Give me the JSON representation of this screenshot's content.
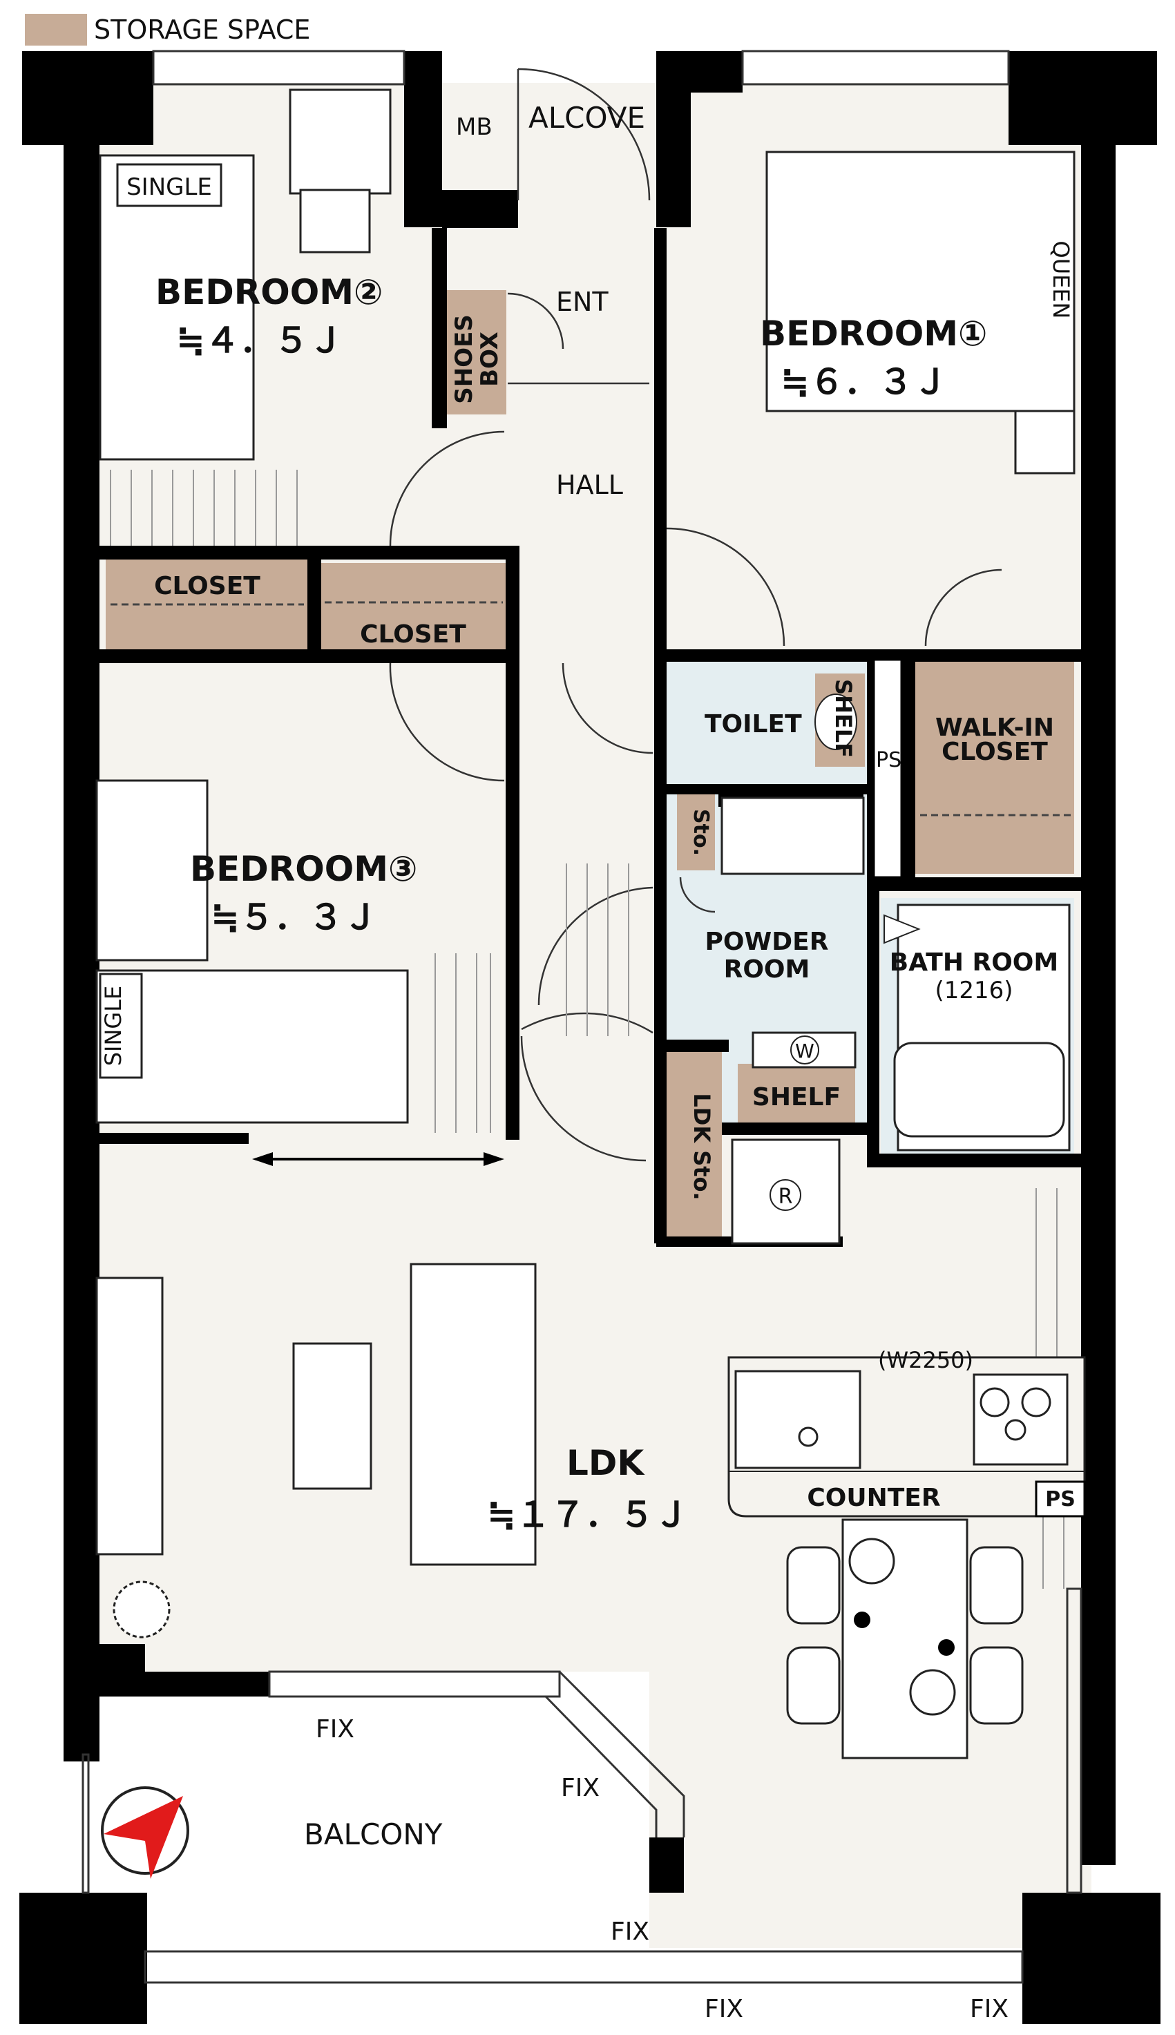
{
  "legend": {
    "storage_label": "STORAGE SPACE"
  },
  "colors": {
    "floor": "#f5f3ee",
    "wall": "#000000",
    "storage": "#c7ac97",
    "wet": "#e4eef1",
    "line": "#333333",
    "compass": "#e11b1b"
  },
  "rooms": {
    "bedroom2": {
      "name": "BEDROOM②",
      "size": "≒４．５Ｊ"
    },
    "bedroom1": {
      "name": "BEDROOM①",
      "size": "≒６．３Ｊ"
    },
    "bedroom3": {
      "name": "BEDROOM③",
      "size": "≒５．３Ｊ"
    },
    "ldk": {
      "name": "LDK",
      "size": "≒１７．５Ｊ"
    },
    "hall": "HALL",
    "ent": "ENT",
    "alcove": "ALCOVE",
    "toilet": "TOILET",
    "powder": [
      "POWDER",
      "ROOM"
    ],
    "bath": [
      "BATH ROOM",
      "(1216)"
    ],
    "walkin": [
      "WALK-IN",
      "CLOSET"
    ],
    "balcony": "BALCONY"
  },
  "fixtures": {
    "mb": "MB",
    "shoes_box": [
      "SHOES",
      "BOX"
    ],
    "closet_left": "CLOSET",
    "closet_right": "CLOSET",
    "shelf_toilet": "SHELF",
    "shelf_powder": "SHELF",
    "sto": "Sto.",
    "ldk_sto": "LDK Sto.",
    "ps_upper": "PS",
    "ps_lower": "PS",
    "counter": "COUNTER",
    "kitchen_width": "(W2250)",
    "washer": "W",
    "fridge": "R",
    "bed_single_1": "SINGLE",
    "bed_single_2": "SINGLE",
    "bed_queen": "QUEEN"
  },
  "windows": [
    "FIX",
    "FIX",
    "FIX",
    "FIX",
    "FIX"
  ]
}
